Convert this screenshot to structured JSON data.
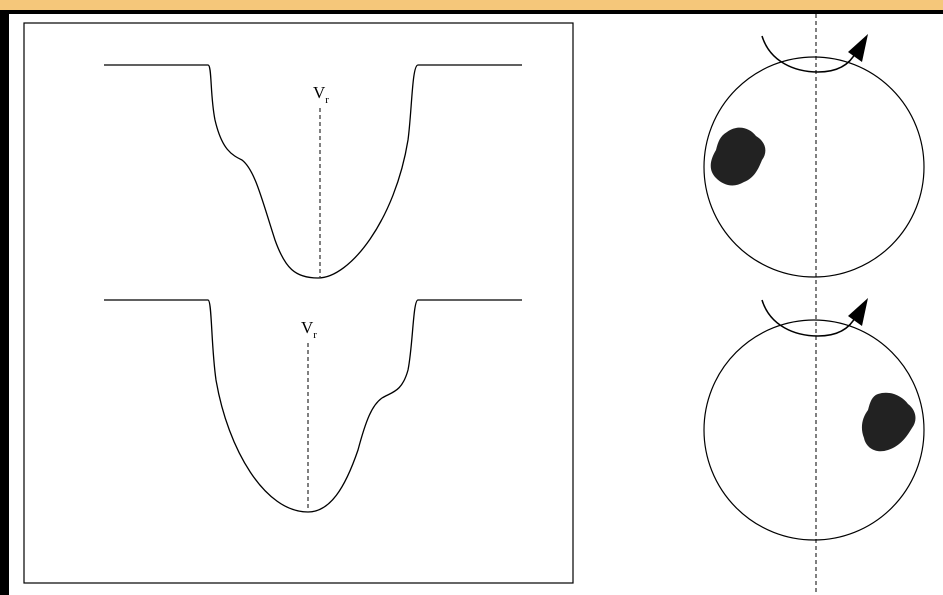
{
  "colors": {
    "frame_background": "#f5c77a",
    "panel_background": "#ffffff",
    "ink": "#000000",
    "starspot": "#222222"
  },
  "line_profiles": [
    {
      "label_main": "V",
      "label_sub": "r",
      "bump_side": "left"
    },
    {
      "label_main": "V",
      "label_sub": "r",
      "bump_side": "right"
    }
  ],
  "stars": [
    {
      "spot_position": "left",
      "rotation_arrow": "counter-clockwise"
    },
    {
      "spot_position": "right",
      "rotation_arrow": "counter-clockwise"
    }
  ]
}
